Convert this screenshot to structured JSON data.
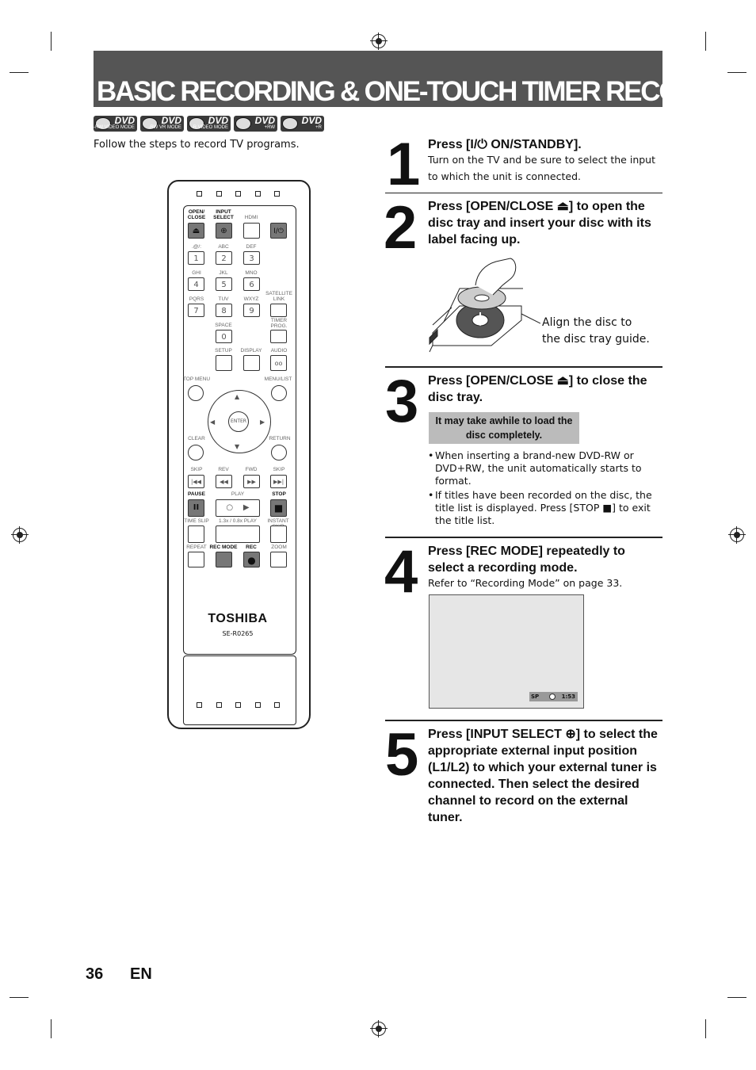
{
  "title": "BASIC RECORDING & ONE-TOUCH TIMER RECORDING",
  "badges": [
    {
      "icon": "dvd-rw-video-mode-icon",
      "label": "DVD",
      "sub": "-RW VIDEO MODE"
    },
    {
      "icon": "dvd-rw-vr-mode-icon",
      "label": "DVD",
      "sub": "-RW VR MODE"
    },
    {
      "icon": "dvd-r-video-mode-icon",
      "label": "DVD",
      "sub": "-R VIDEO MODE"
    },
    {
      "icon": "dvd-plus-rw-icon",
      "label": "DVD",
      "sub": "+RW"
    },
    {
      "icon": "dvd-plus-r-icon",
      "label": "DVD",
      "sub": "+R"
    }
  ],
  "intro": "Follow the steps to record TV programs.",
  "remote": {
    "labels": {
      "open_close": "OPEN/ CLOSE",
      "input_select": "INPUT SELECT",
      "hdmi": "HDMI",
      "k1": ".@/:",
      "k2": "ABC",
      "k3": "DEF",
      "k4": "GHI",
      "k5": "JKL",
      "k6": "MNO",
      "k7": "PQRS",
      "k8": "TUV",
      "k9": "WXYZ",
      "satellite": "SATELLITE LINK",
      "space": "SPACE",
      "timer": "TIMER PROG.",
      "setup": "SETUP",
      "display": "DISPLAY",
      "audio": "AUDIO",
      "top_menu": "TOP MENU",
      "menu_list": "MENU/LIST",
      "enter": "ENTER",
      "clear": "CLEAR",
      "return": "RETURN",
      "skip_l": "SKIP",
      "rev": "REV",
      "fwd": "FWD",
      "skip_r": "SKIP",
      "pause": "PAUSE",
      "play": "PLAY",
      "stop": "STOP",
      "time_slip": "TIME SLIP",
      "speed_play": "1.3x / 0.8x PLAY",
      "instant_skip": "INSTANT SKIP",
      "repeat": "REPEAT",
      "rec_mode": "REC MODE",
      "rec": "REC",
      "zoom": "ZOOM"
    },
    "digits": [
      "1",
      "2",
      "3",
      "4",
      "5",
      "6",
      "7",
      "8",
      "9",
      "0"
    ],
    "power": "I/⏻",
    "brand": "TOSHIBA",
    "model": "SE-R0265"
  },
  "steps": [
    {
      "num": "1",
      "heading": "Press [I/⏻ ON/STANDBY].",
      "text": "Turn on the TV and be sure to select the input to which the unit is connected."
    },
    {
      "num": "2",
      "heading": "Press [OPEN/CLOSE ⏏] to open the disc tray and insert your disc with its label facing up.",
      "caption": "Align the disc to the disc tray guide."
    },
    {
      "num": "3",
      "heading": "Press [OPEN/CLOSE ⏏] to close the disc tray.",
      "note": "It may take awhile to load the disc completely.",
      "bullets": [
        "When inserting a brand-new DVD-RW or DVD+RW, the unit automatically starts to format.",
        "If titles have been recorded on the disc, the title list is displayed. Press [STOP ■] to exit the title list."
      ]
    },
    {
      "num": "4",
      "heading": "Press [REC MODE] repeatedly to select a recording mode.",
      "text": "Refer to “Recording Mode” on page 33.",
      "osd": {
        "mode": "SP",
        "time": "1:53"
      }
    },
    {
      "num": "5",
      "heading": "Press [INPUT SELECT ⊕] to select the appropriate external input position (L1/L2) to which your external tuner is connected. Then select the desired channel to record on the external tuner."
    }
  ],
  "footer": {
    "page": "36",
    "lang": "EN"
  }
}
